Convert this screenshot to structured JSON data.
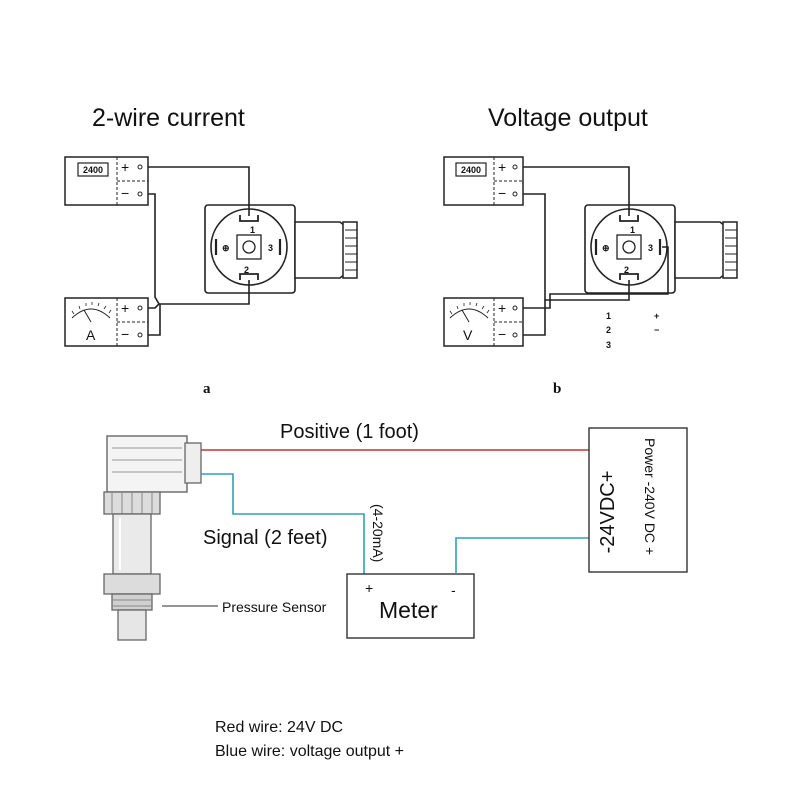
{
  "top_left": {
    "title": "2-wire current",
    "display_reading": "2400",
    "meter_letter": "A",
    "caption": "a"
  },
  "top_right": {
    "title": "Voltage output",
    "display_reading": "2400",
    "meter_letter": "V",
    "caption": "b",
    "legend_numbers": [
      "1",
      "2",
      "3"
    ],
    "legend_signs": [
      "+",
      "−"
    ]
  },
  "connector_pins": {
    "pin1": "1",
    "pin2": "2",
    "pin3": "3"
  },
  "terminal_plus": "+",
  "terminal_minus": "−",
  "bottom": {
    "positive_label": "Positive (1 foot)",
    "signal_label": "Signal (2 feet)",
    "current_range": "(4-20mA)",
    "meter_label": "Meter",
    "meter_plus": "+",
    "meter_minus": "-",
    "sensor_label": "Pressure Sensor",
    "supply_voltage": "-24VDC+",
    "power_label": "Power -240V DC +",
    "notes": [
      "Red wire: 24V DC",
      "Blue wire: voltage output +"
    ]
  },
  "colors": {
    "red_wire": "#c0392b",
    "blue_wire": "#2aa3b8",
    "line": "#222222"
  }
}
